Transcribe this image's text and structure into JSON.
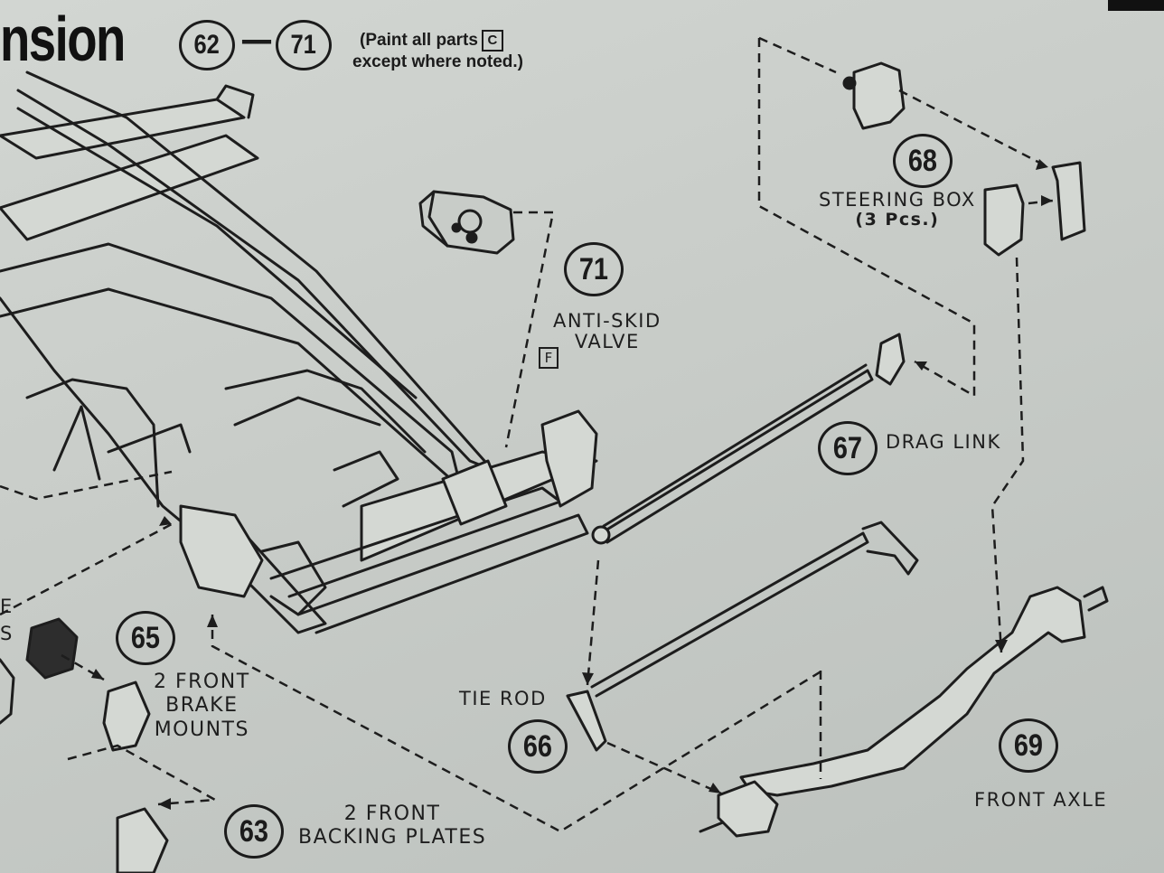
{
  "header": {
    "title_fragment": "nsion",
    "step_start": "62",
    "step_separator": "—",
    "step_end": "71",
    "paint_note_line1": "(Paint all parts",
    "paint_code": "C",
    "paint_note_line2": "except where noted.)"
  },
  "callouts": [
    {
      "id": "71",
      "label_lines": [
        "ANTI-SKID",
        "VALVE"
      ],
      "paint_code": "F"
    },
    {
      "id": "68",
      "label_lines": [
        "STEERING BOX",
        "(3 Pcs.)"
      ]
    },
    {
      "id": "67",
      "label_lines": [
        "DRAG LINK"
      ]
    },
    {
      "id": "66",
      "label_lines": [
        "TIE ROD"
      ]
    },
    {
      "id": "69",
      "label_lines": [
        "FRONT AXLE"
      ]
    },
    {
      "id": "65",
      "label_lines": [
        "2 FRONT",
        "BRAKE",
        "MOUNTS"
      ]
    },
    {
      "id": "63",
      "label_lines": [
        "2 FRONT",
        "BACKING PLATES"
      ]
    }
  ],
  "edge_fragments": {
    "left_e": "E",
    "left_s": "S"
  }
}
